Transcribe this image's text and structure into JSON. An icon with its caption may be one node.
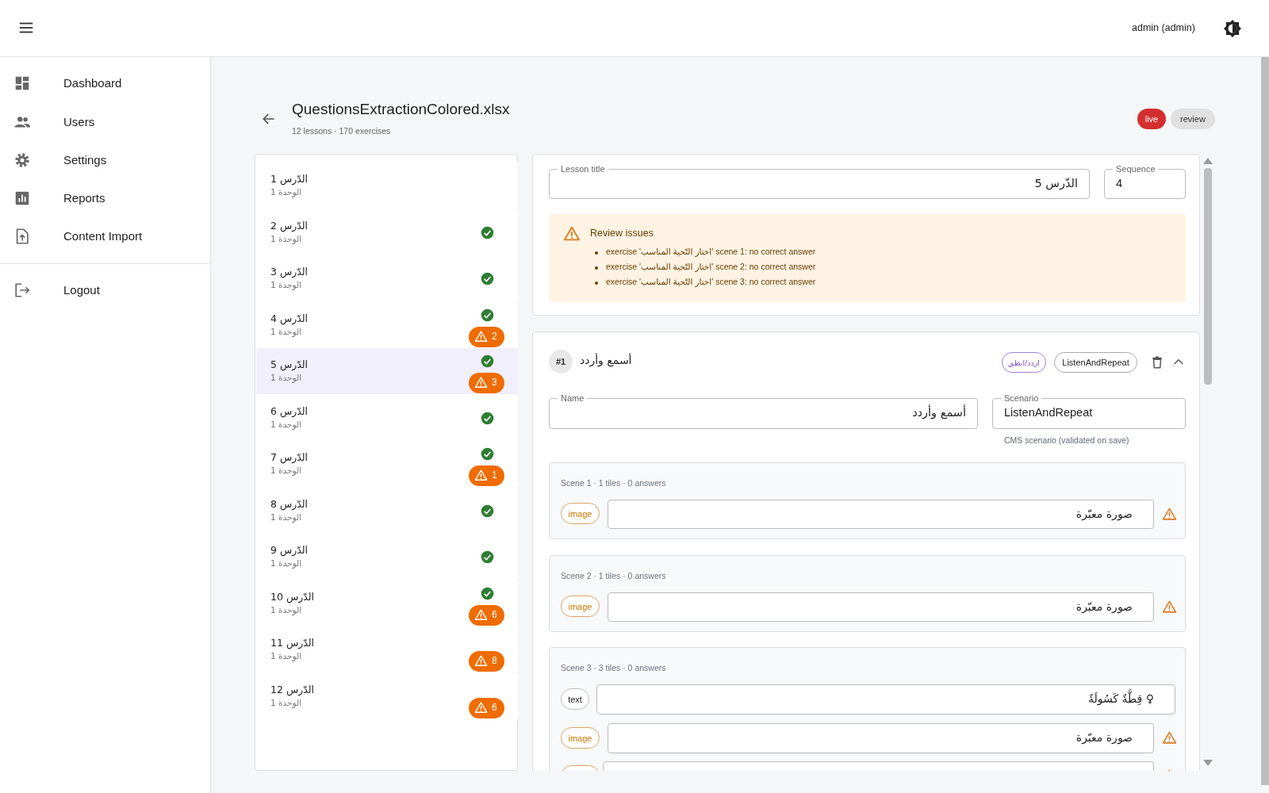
{
  "diagram": {
    "title": "QuestionsExtractionColored.xlsx",
    "nodes": [
      {
        "text": [],
        "shape": "box"
      },
      {
        "text": [
          "الدّرس 1",
          "الوحدة 1"
        ],
        "in": 0
      },
      {
        "text": [
          "الدّرس 2",
          "الوحدة 1"
        ],
        "in": 0
      },
      {
        "text": [
          "الدّرس 3",
          "الوحدة 1"
        ],
        "in": 0
      },
      {
        "text": [
          "الدّرس 4",
          "الوحدة 1"
        ],
        "in": 0
      },
      {
        "text": [
          "الدّرس 5",
          "الوحدة 1"
        ],
        "in": 0
      },
      {
        "text": [
          "الدّرس 6",
          "الوحدة 1"
        ],
        "in": 0
      },
      {
        "text": [
          "الدّرس 7",
          "الوحدة 1"
        ],
        "in": 0
      },
      {
        "text": [
          "الدّرس 8",
          "الوحدة 1"
        ],
        "in": 0
      },
      {
        "text": [
          "الدّرس 9",
          "الوحدة 1"
        ],
        "in": 0
      },
      {
        "text": [
          "الدّرس 10",
          "الوحدة 1"
        ],
        "in": 0
      },
      {
        "text": [
          "الدّرس 11",
          "الوحدة 1"
        ],
        "in": 0
      },
      {
        "text": [
          "الدّرس 12",
          "الوحدة 1"
        ],
        "in": 0
      },
      {
        "text": [
          "2"
        ],
        "in": 4
      },
      {
        "text": [
          "3"
        ],
        "in": 5
      },
      {
        "text": [
          "1"
        ],
        "in": 7
      },
      {
        "text": [
          "6"
        ],
        "in": 10
      },
      {
        "text": [
          "8"
        ],
        "in": 11
      },
      {
        "text": [
          "6"
        ],
        "in": 12
      },
      {
        "text": [
          "live"
        ]
      },
      {
        "text": [
          "review"
        ]
      },
      {
        "text": [],
        "shape": "box"
      },
      {
        "text": [
          "Lesson title",
          "الدّرس 5"
        ],
        "in": 21
      },
      {
        "text": [
          "Sequence",
          "4"
        ],
        "in": 21
      },
      {
        "text": [
          "Review issues",
          "exercise 'اختار التّحية المناسب' scene 1: no correct answer",
          "exercise 'اختار التّحية المناسب' scene 2: no correct answer",
          "exercise 'اختار التّحية المناسب' scene 3: no correct answer"
        ],
        "in": 21
      },
      {
        "text": [
          "أسمع وأردد"
        ]
      },
      {
        "text": [
          "#1"
        ],
        "in": 25
      },
      {
        "text": [
          "اردد/انطق"
        ],
        "in": 25
      },
      {
        "text": [
          "ListenAndRepeat"
        ],
        "in": 25
      },
      {
        "text": [
          "Name",
          "أسمع وأردد"
        ],
        "in": 25
      },
      {
        "text": [
          "Scenario",
          "ListenAndRepeat"
        ],
        "beside": [
          "CMS scenario (validated on save)"
        ],
        "in": 25
      },
      {
        "text": [
          "Scene 1 · 1 tiles · 0 answers"
        ],
        "in": 25
      },
      {
        "text": [
          "image"
        ],
        "in": 31
      },
      {
        "text": [
          "صورة معبّرة"
        ],
        "in": 31
      },
      {
        "text": [
          "Scene 2 · 1 tiles · 0 answers"
        ],
        "in": 25
      },
      {
        "text": [
          "image"
        ],
        "in": 34
      },
      {
        "text": [
          "صورة معبّرة"
        ],
        "in": 34
      },
      {
        "text": [
          "Scene 3 · 3 tiles · 0 answers"
        ],
        "in": 25
      },
      {
        "text": [
          "text"
        ],
        "in": 37
      },
      {
        "text": [
          "♀ قِطَّةٌ كَسُولَةٌ"
        ],
        "in": 37
      },
      {
        "text": [
          "image"
        ],
        "in": 37
      },
      {
        "text": [
          "صورة معبّرة"
        ],
        "in": 37
      },
      {
        "text": [],
        "shape": "box",
        "in": 37
      },
      {
        "text": [],
        "shape": "box",
        "in": 37
      }
    ],
    "labels": [
      "Dashboard",
      "Users",
      "Settings",
      "Reports",
      "Content Import",
      "Logout",
      "admin (admin)",
      "12 lessons · 170 exercises"
    ]
  }
}
